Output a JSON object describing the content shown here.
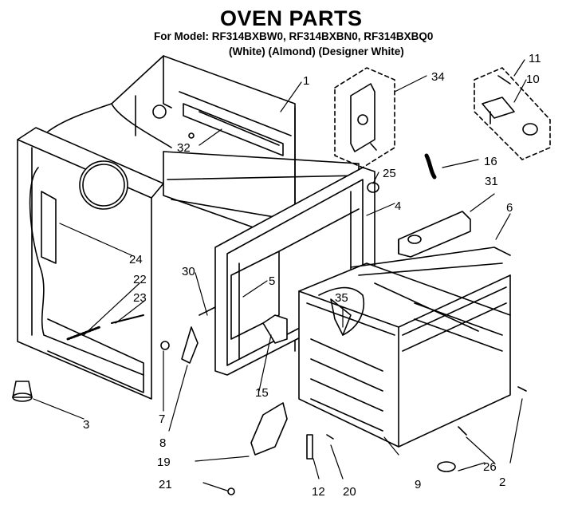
{
  "header": {
    "title": "OVEN PARTS",
    "model_line": "For Model: RF314BXBW0, RF314BXBN0, RF314BXBQ0",
    "finish_line": "(White) (Almond) (Designer White)"
  },
  "callouts": [
    "1",
    "2",
    "3",
    "4",
    "5",
    "6",
    "7",
    "8",
    "9",
    "10",
    "11",
    "12",
    "15",
    "16",
    "19",
    "20",
    "21",
    "22",
    "23",
    "24",
    "25",
    "26",
    "30",
    "31",
    "32",
    "34",
    "35"
  ]
}
